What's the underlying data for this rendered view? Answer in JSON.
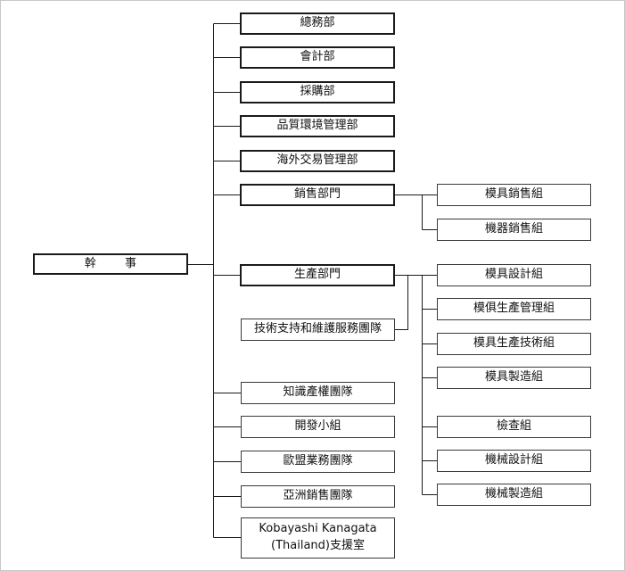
{
  "root": {
    "label": "幹 事"
  },
  "departments": {
    "general_affairs": "總務部",
    "accounting": "會計部",
    "purchasing": "採購部",
    "quality_env": "品質環境管理部",
    "overseas_trade": "海外交易管理部",
    "sales": "銷售部門",
    "production": "生產部門",
    "tech_support": "技術支持和維護服務團隊",
    "ip_team": "知識產權團隊",
    "dev_group": "開發小組",
    "eu_business": "歐盟業務團隊",
    "asia_sales": "亞洲銷售團隊",
    "thailand_office_line1": "Kobayashi Kanagata",
    "thailand_office_line2": "(Thailand)支援室"
  },
  "sales_groups": {
    "mold_sales": "模具銷售組",
    "machine_sales": "機器銷售組"
  },
  "production_groups": {
    "mold_design": "模具設計組",
    "mold_prod_mgmt": "模俱生產管理組",
    "mold_prod_tech": "模具生產技術組",
    "mold_manufacturing": "模具製造組",
    "inspection": "檢查組",
    "machine_design": "機械設計組",
    "machine_manufacturing": "機械製造組"
  }
}
